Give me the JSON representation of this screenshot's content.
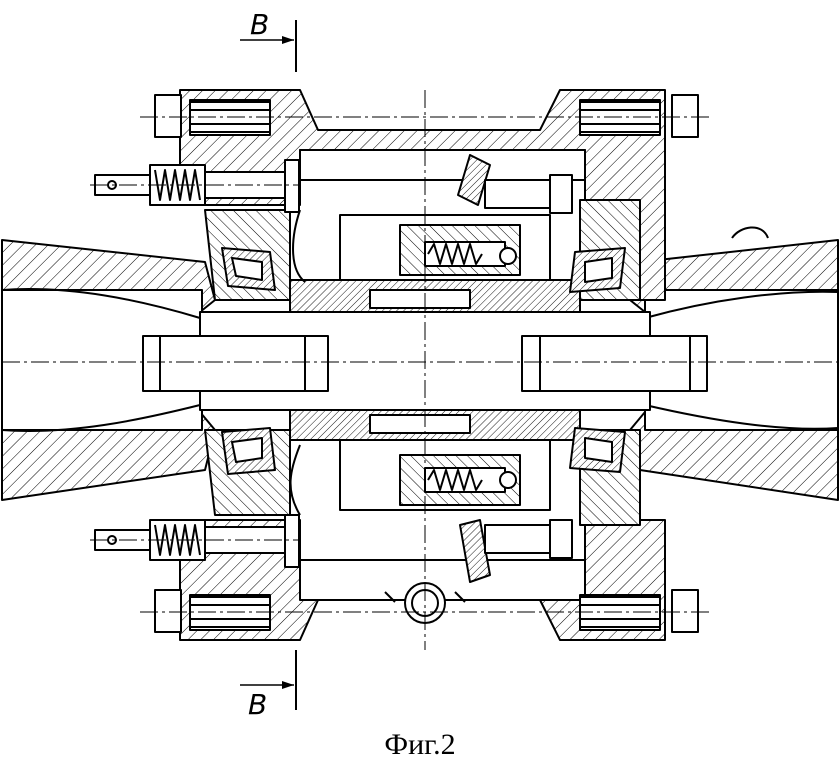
{
  "figure": {
    "caption": "Фиг.2",
    "section_labels": {
      "top": "B",
      "bottom": "B"
    }
  },
  "colors": {
    "line": "#000000",
    "background": "#ffffff"
  }
}
